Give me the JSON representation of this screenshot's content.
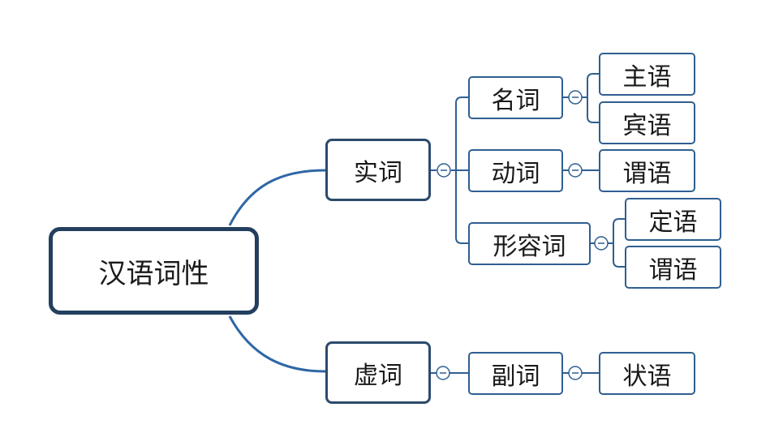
{
  "root": {
    "label": "汉语词性"
  },
  "branches": {
    "shici": {
      "label": "实词",
      "children": {
        "mingci": {
          "label": "名词",
          "children": [
            "主语",
            "宾语"
          ]
        },
        "dongci": {
          "label": "动词",
          "children": [
            "谓语"
          ]
        },
        "xingrong": {
          "label": "形容词",
          "children": [
            "定语",
            "谓语"
          ]
        }
      }
    },
    "xuci": {
      "label": "虚词",
      "children": {
        "fuci": {
          "label": "副词",
          "children": [
            "状语"
          ]
        }
      }
    }
  },
  "colors": {
    "curve": "#2f67a6",
    "line": "#2f5f91",
    "root_border": "#243f5e",
    "toggle_bg": "#ffffff"
  }
}
